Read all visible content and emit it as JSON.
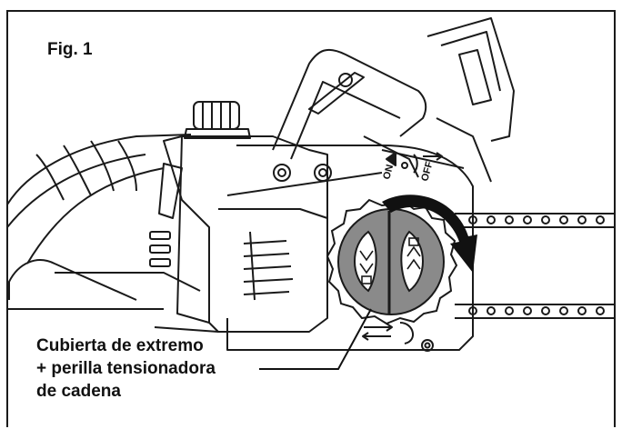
{
  "figure": {
    "label": "Fig. 1",
    "callout_lines": [
      "Cubierta de extremo",
      "+ perilla tensionadora",
      "de cadena"
    ],
    "switch_on": "ON",
    "switch_off": "OFF"
  },
  "colors": {
    "frame": "#1a1a1a",
    "ink": "#111111",
    "knob_fill": "#8a8a8a",
    "knob_dark": "#6d6d6d",
    "background": "#ffffff"
  },
  "icons": [
    "lock-arrow-icon",
    "unlock-arrow-icon",
    "rotation-arrow-icon"
  ]
}
